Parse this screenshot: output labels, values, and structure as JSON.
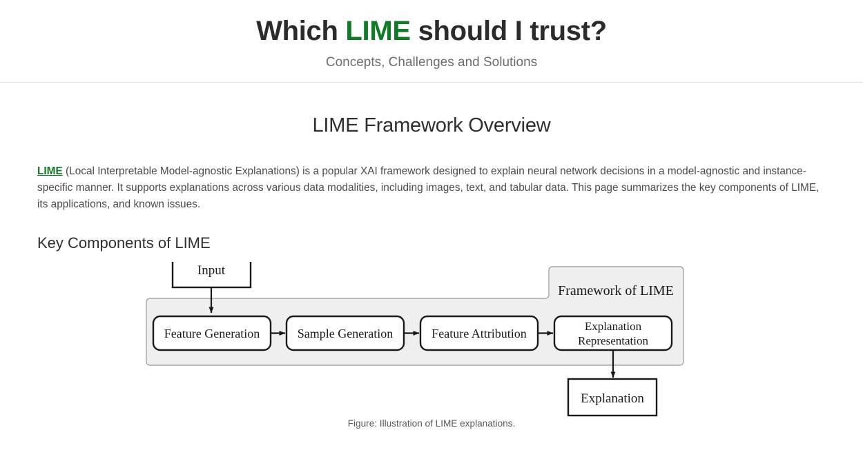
{
  "header": {
    "title_prefix": "Which ",
    "title_accent": "LIME",
    "title_suffix": " should I trust?",
    "subtitle": "Concepts, Challenges and Solutions",
    "accent_color": "#0f7a28"
  },
  "main": {
    "section_title": "LIME Framework Overview",
    "intro_link": "LIME",
    "intro_text": " (Local Interpretable Model-agnostic Explanations) is a popular XAI framework designed to explain neural network decisions in a model-agnostic and instance-specific manner. It supports explanations across various data modalities, including images, text, and tabular data. This page summarizes the key components of LIME, its applications, and known issues.",
    "subsection_title": "Key Components of LIME"
  },
  "figure": {
    "caption": "Figure: Illustration of LIME explanations.",
    "container_label": "Framework of LIME",
    "input_box": "Input",
    "output_box": "Explanation",
    "stages": [
      "Feature Generation",
      "Sample Generation",
      "Feature Attribution"
    ],
    "final_stage_line1": "Explanation",
    "final_stage_line2": "Representation",
    "container_fill": "#efefef",
    "box_fill": "#ffffff",
    "stroke": "#1a1a1a"
  }
}
